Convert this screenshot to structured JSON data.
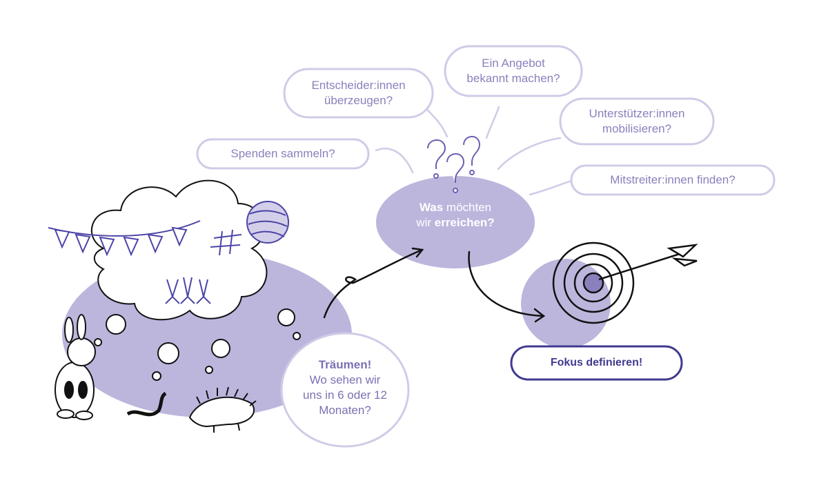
{
  "question_bubbles": {
    "spenden": "Spenden sammeln?",
    "entscheider_line1": "Entscheider:innen",
    "entscheider_line2": "überzeugen?",
    "angebot_line1": "Ein Angebot",
    "angebot_line2": "bekannt machen?",
    "unterstuetzer_line1": "Unterstützer:innen",
    "unterstuetzer_line2": "mobilisieren?",
    "mitstreiter": "Mitstreiter:innen finden?"
  },
  "center_question": {
    "word1_bold": "Was",
    "word2": " möchten",
    "word3": "wir ",
    "word4_bold": "erreichen?"
  },
  "dream_bubble": {
    "heading": "Träumen!",
    "line1": "Wo sehen wir",
    "line2": "uns in 6 oder 12",
    "line3": "Monaten?"
  },
  "focus_button": {
    "label": "Fokus definieren!"
  },
  "colors": {
    "lavender_fill": "#bcb6dd",
    "outline": "#cfcbe7",
    "text_lavender": "#8a80bd",
    "dark_purple": "#3f3a8f",
    "ink": "#111111"
  },
  "icons": {
    "question_marks": "question-marks-icon",
    "target": "target-icon",
    "arrow": "arrow-icon",
    "rabbit": "rabbit-icon",
    "hedgehog": "hedgehog-icon",
    "worm": "worm-icon",
    "ball": "ball-icon",
    "bunting": "bunting-icon",
    "carrots": "carrots-icon",
    "hashtag": "hashtag-icon"
  }
}
